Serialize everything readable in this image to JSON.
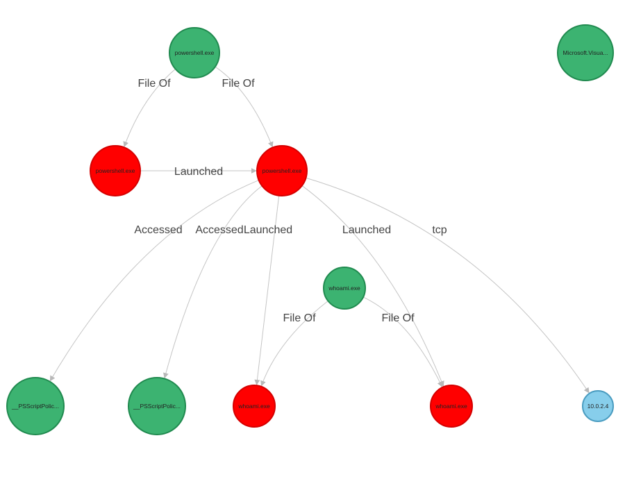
{
  "colors": {
    "file_fill": "#3cb371",
    "file_stroke": "#208a4f",
    "process_fill": "#ff0000",
    "process_stroke": "#d40000",
    "ip_fill": "#87ceeb",
    "ip_stroke": "#4a9cc0",
    "edge": "#c4c4c4"
  },
  "nodes": [
    {
      "id": "n1",
      "label": "powershell.exe",
      "kind": "file",
      "name": "powershell-file-node"
    },
    {
      "id": "n2",
      "label": "Microsoft.Visua...",
      "kind": "file",
      "name": "microsoft-visual-file-node"
    },
    {
      "id": "n3",
      "label": "powershell.exe",
      "kind": "process",
      "name": "powershell-process-node-left"
    },
    {
      "id": "n4",
      "label": "powershell.exe",
      "kind": "process",
      "name": "powershell-process-node-main"
    },
    {
      "id": "n5",
      "label": "whoami.exe",
      "kind": "file",
      "name": "whoami-file-node"
    },
    {
      "id": "n6",
      "label": "__PSScriptPolic...",
      "kind": "file",
      "name": "psscriptpolicy-file-node-1"
    },
    {
      "id": "n7",
      "label": "__PSScriptPolic...",
      "kind": "file",
      "name": "psscriptpolicy-file-node-2"
    },
    {
      "id": "n8",
      "label": "whoami.exe",
      "kind": "process",
      "name": "whoami-process-node-left"
    },
    {
      "id": "n9",
      "label": "whoami.exe",
      "kind": "process",
      "name": "whoami-process-node-right"
    },
    {
      "id": "n10",
      "label": "10.0.2.4",
      "kind": "ip",
      "name": "ip-address-node"
    }
  ],
  "edges": [
    {
      "from": "n1",
      "to": "n3",
      "label": "File Of"
    },
    {
      "from": "n1",
      "to": "n4",
      "label": "File Of"
    },
    {
      "from": "n3",
      "to": "n4",
      "label": "Launched"
    },
    {
      "from": "n4",
      "to": "n6",
      "label": "Accessed"
    },
    {
      "from": "n4",
      "to": "n7",
      "label": "Accessed"
    },
    {
      "from": "n4",
      "to": "n8",
      "label": "Launched"
    },
    {
      "from": "n4",
      "to": "n9",
      "label": "Launched"
    },
    {
      "from": "n4",
      "to": "n10",
      "label": "tcp"
    },
    {
      "from": "n5",
      "to": "n8",
      "label": "File Of"
    },
    {
      "from": "n5",
      "to": "n9",
      "label": "File Of"
    }
  ]
}
